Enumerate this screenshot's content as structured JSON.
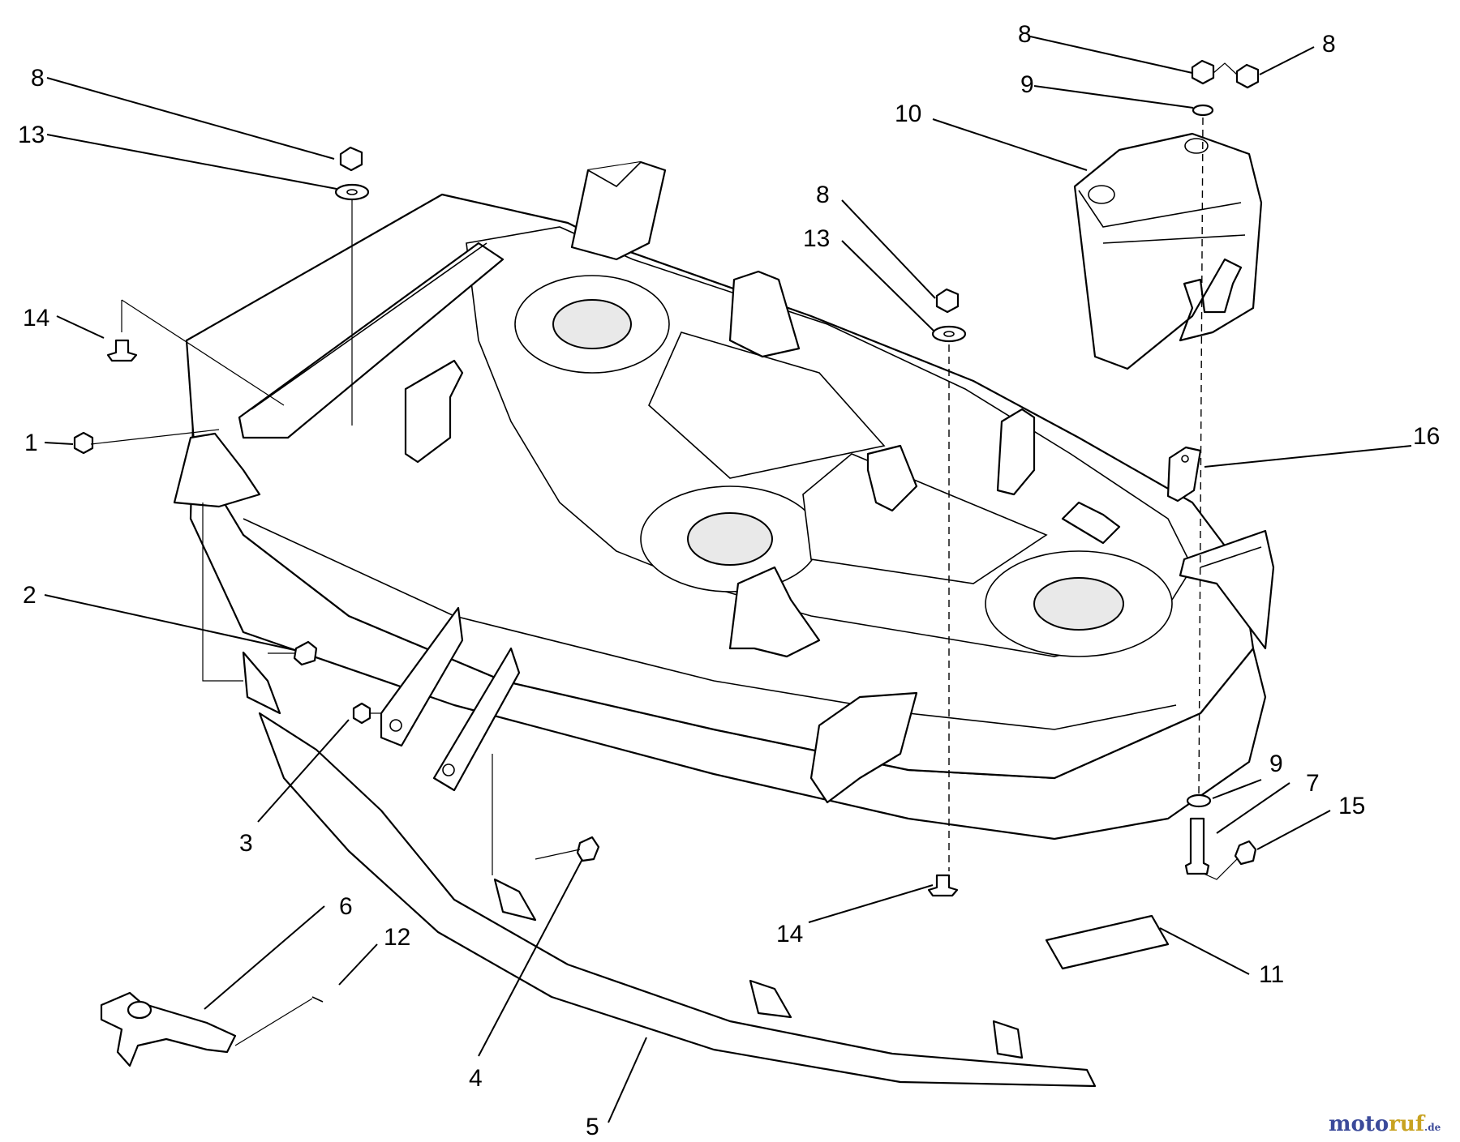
{
  "callouts": [
    {
      "id": "c1",
      "label": "1"
    },
    {
      "id": "c2",
      "label": "2"
    },
    {
      "id": "c3",
      "label": "3"
    },
    {
      "id": "c4",
      "label": "4"
    },
    {
      "id": "c5",
      "label": "5"
    },
    {
      "id": "c6",
      "label": "6"
    },
    {
      "id": "c7",
      "label": "7"
    },
    {
      "id": "c8a",
      "label": "8"
    },
    {
      "id": "c8b",
      "label": "8"
    },
    {
      "id": "c8c",
      "label": "8"
    },
    {
      "id": "c8d",
      "label": "8"
    },
    {
      "id": "c9a",
      "label": "9"
    },
    {
      "id": "c9b",
      "label": "9"
    },
    {
      "id": "c10",
      "label": "10"
    },
    {
      "id": "c11",
      "label": "11"
    },
    {
      "id": "c12",
      "label": "12"
    },
    {
      "id": "c13a",
      "label": "13"
    },
    {
      "id": "c13b",
      "label": "13"
    },
    {
      "id": "c14a",
      "label": "14"
    },
    {
      "id": "c14b",
      "label": "14"
    },
    {
      "id": "c15",
      "label": "15"
    },
    {
      "id": "c16",
      "label": "16"
    }
  ],
  "watermark": {
    "brand_part1": "moto",
    "brand_part2": "ruf",
    "suffix": ".de",
    "colors": {
      "part1": "#3b4a9a",
      "part2": "#c8a220"
    }
  }
}
